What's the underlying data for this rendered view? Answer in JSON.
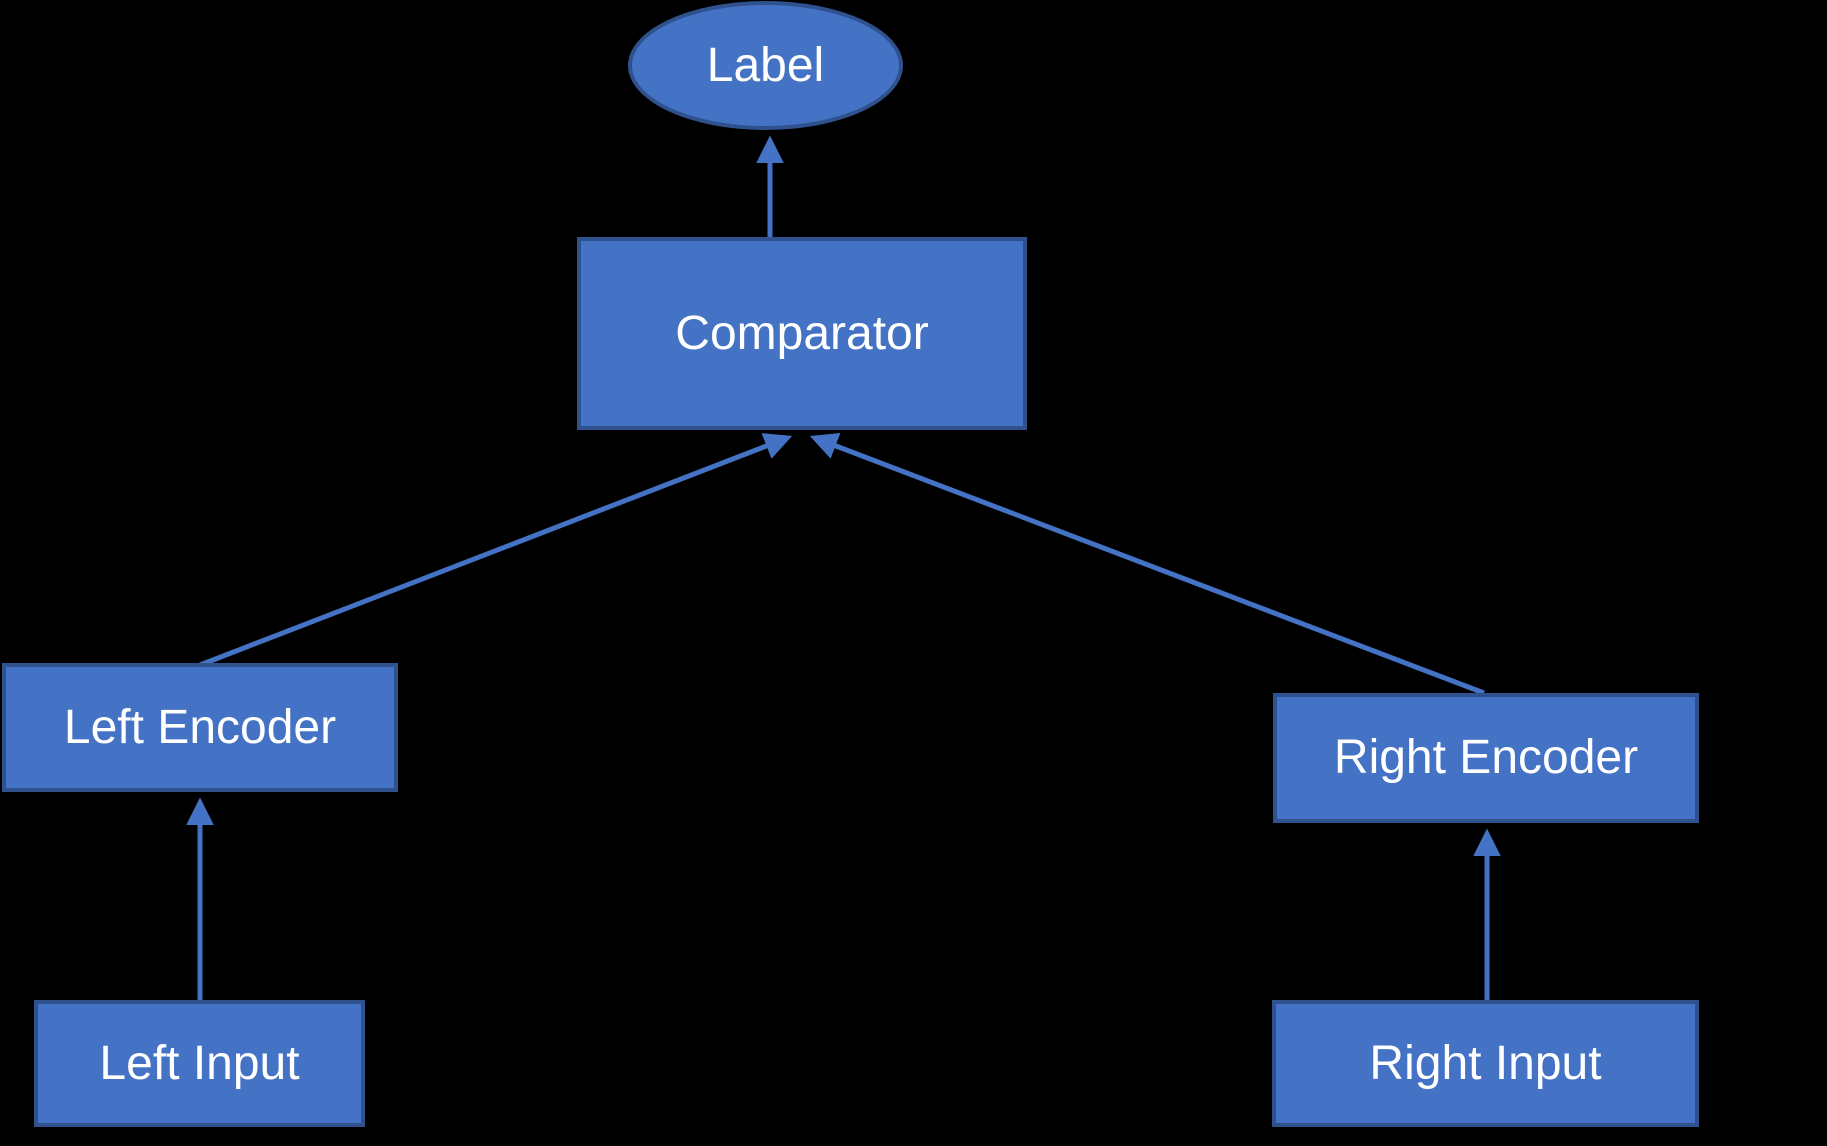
{
  "diagram": {
    "description": "Siamese comparator network diagram",
    "nodes": {
      "label": {
        "text": "Label",
        "shape": "ellipse"
      },
      "comparator": {
        "text": "Comparator",
        "shape": "rect"
      },
      "left_encoder": {
        "text": "Left Encoder",
        "shape": "rect"
      },
      "right_encoder": {
        "text": "Right Encoder",
        "shape": "rect"
      },
      "left_input": {
        "text": "Left Input",
        "shape": "rect"
      },
      "right_input": {
        "text": "Right Input",
        "shape": "rect"
      }
    },
    "edges": [
      {
        "from": "left_input",
        "to": "left_encoder"
      },
      {
        "from": "right_input",
        "to": "right_encoder"
      },
      {
        "from": "left_encoder",
        "to": "comparator"
      },
      {
        "from": "right_encoder",
        "to": "comparator"
      },
      {
        "from": "comparator",
        "to": "label"
      }
    ],
    "colors": {
      "node_fill": "#4472C4",
      "node_border": "#2F528F",
      "arrow": "#4472C4",
      "text": "#FFFFFF",
      "background": "#000000"
    }
  }
}
